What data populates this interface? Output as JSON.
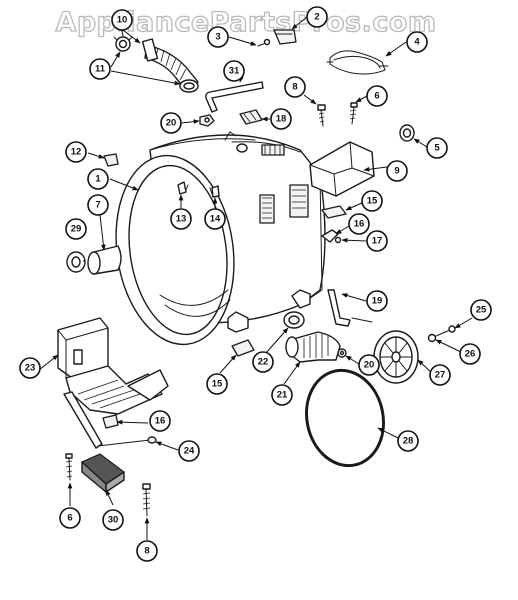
{
  "watermark": "AppliancePartsPros.com",
  "callouts": [
    {
      "id": "c1",
      "label": "1"
    },
    {
      "id": "c2",
      "label": "2"
    },
    {
      "id": "c3",
      "label": "3"
    },
    {
      "id": "c4",
      "label": "4"
    },
    {
      "id": "c5",
      "label": "5"
    },
    {
      "id": "c6a",
      "label": "6"
    },
    {
      "id": "c6b",
      "label": "6"
    },
    {
      "id": "c7",
      "label": "7"
    },
    {
      "id": "c8a",
      "label": "8"
    },
    {
      "id": "c8b",
      "label": "8"
    },
    {
      "id": "c9",
      "label": "9"
    },
    {
      "id": "c10",
      "label": "10"
    },
    {
      "id": "c11",
      "label": "11"
    },
    {
      "id": "c12",
      "label": "12"
    },
    {
      "id": "c13",
      "label": "13"
    },
    {
      "id": "c14",
      "label": "14"
    },
    {
      "id": "c15a",
      "label": "15"
    },
    {
      "id": "c15b",
      "label": "15"
    },
    {
      "id": "c16a",
      "label": "16"
    },
    {
      "id": "c16b",
      "label": "16"
    },
    {
      "id": "c17",
      "label": "17"
    },
    {
      "id": "c18",
      "label": "18"
    },
    {
      "id": "c19",
      "label": "19"
    },
    {
      "id": "c20a",
      "label": "20"
    },
    {
      "id": "c20b",
      "label": "20"
    },
    {
      "id": "c21",
      "label": "21"
    },
    {
      "id": "c22",
      "label": "22"
    },
    {
      "id": "c23",
      "label": "23"
    },
    {
      "id": "c24",
      "label": "24"
    },
    {
      "id": "c25",
      "label": "25"
    },
    {
      "id": "c26",
      "label": "26"
    },
    {
      "id": "c27",
      "label": "27"
    },
    {
      "id": "c28",
      "label": "28"
    },
    {
      "id": "c29",
      "label": "29"
    },
    {
      "id": "c30",
      "label": "30"
    },
    {
      "id": "c31",
      "label": "31"
    }
  ]
}
